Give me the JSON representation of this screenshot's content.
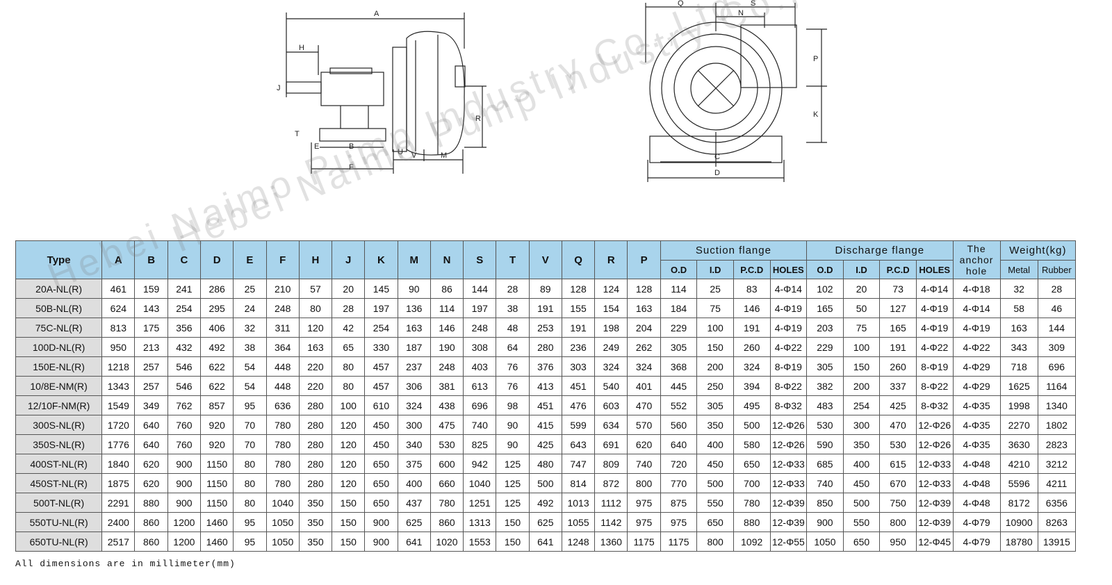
{
  "drawing": {
    "side_labels": [
      "A",
      "H",
      "J",
      "T",
      "E",
      "B",
      "F",
      "U",
      "V",
      "M",
      "R"
    ],
    "front_labels": [
      "Q",
      "S",
      "N",
      "P",
      "K",
      "C",
      "D"
    ]
  },
  "watermark": {
    "text1": "Hebei Naimo Pump Industry Co.,Ltd",
    "text2": "Hebei Naimo Pump Industry Co.,Ltd"
  },
  "table": {
    "type_header": "Type",
    "dim_headers": [
      "A",
      "B",
      "C",
      "D",
      "E",
      "F",
      "H",
      "J",
      "K",
      "M",
      "N",
      "S",
      "T",
      "V",
      "Q",
      "R",
      "P"
    ],
    "suction_header": "Suction flange",
    "discharge_header": "Discharge flange",
    "flange_sub": [
      "O.D",
      "I.D",
      "P.C.D",
      "HOLES"
    ],
    "anchor_header": "The anchor hole",
    "weight_header": "Weight(kg)",
    "weight_sub": [
      "Metal",
      "Rubber"
    ],
    "rows": [
      [
        "20A-NL(R)",
        "461",
        "159",
        "241",
        "286",
        "25",
        "210",
        "57",
        "20",
        "145",
        "90",
        "86",
        "144",
        "28",
        "89",
        "128",
        "124",
        "128",
        "114",
        "25",
        "83",
        "4-Φ14",
        "102",
        "20",
        "73",
        "4-Φ14",
        "4-Φ18",
        "32",
        "28"
      ],
      [
        "50B-NL(R)",
        "624",
        "143",
        "254",
        "295",
        "24",
        "248",
        "80",
        "28",
        "197",
        "136",
        "114",
        "197",
        "38",
        "191",
        "155",
        "154",
        "163",
        "184",
        "75",
        "146",
        "4-Φ19",
        "165",
        "50",
        "127",
        "4-Φ19",
        "4-Φ14",
        "58",
        "46"
      ],
      [
        "75C-NL(R)",
        "813",
        "175",
        "356",
        "406",
        "32",
        "311",
        "120",
        "42",
        "254",
        "163",
        "146",
        "248",
        "48",
        "253",
        "191",
        "198",
        "204",
        "229",
        "100",
        "191",
        "4-Φ19",
        "203",
        "75",
        "165",
        "4-Φ19",
        "4-Φ19",
        "163",
        "144"
      ],
      [
        "100D-NL(R)",
        "950",
        "213",
        "432",
        "492",
        "38",
        "364",
        "163",
        "65",
        "330",
        "187",
        "190",
        "308",
        "64",
        "280",
        "236",
        "249",
        "262",
        "305",
        "150",
        "260",
        "4-Φ22",
        "229",
        "100",
        "191",
        "4-Φ22",
        "4-Φ22",
        "343",
        "309"
      ],
      [
        "150E-NL(R)",
        "1218",
        "257",
        "546",
        "622",
        "54",
        "448",
        "220",
        "80",
        "457",
        "237",
        "248",
        "403",
        "76",
        "376",
        "303",
        "324",
        "324",
        "368",
        "200",
        "324",
        "8-Φ19",
        "305",
        "150",
        "260",
        "8-Φ19",
        "4-Φ29",
        "718",
        "696"
      ],
      [
        "10/8E-NM(R)",
        "1343",
        "257",
        "546",
        "622",
        "54",
        "448",
        "220",
        "80",
        "457",
        "306",
        "381",
        "613",
        "76",
        "413",
        "451",
        "540",
        "401",
        "445",
        "250",
        "394",
        "8-Φ22",
        "382",
        "200",
        "337",
        "8-Φ22",
        "4-Φ29",
        "1625",
        "1164"
      ],
      [
        "12/10F-NM(R)",
        "1549",
        "349",
        "762",
        "857",
        "95",
        "636",
        "280",
        "100",
        "610",
        "324",
        "438",
        "696",
        "98",
        "451",
        "476",
        "603",
        "470",
        "552",
        "305",
        "495",
        "8-Φ32",
        "483",
        "254",
        "425",
        "8-Φ32",
        "4-Φ35",
        "1998",
        "1340"
      ],
      [
        "300S-NL(R)",
        "1720",
        "640",
        "760",
        "920",
        "70",
        "780",
        "280",
        "120",
        "450",
        "300",
        "475",
        "740",
        "90",
        "415",
        "599",
        "634",
        "570",
        "560",
        "350",
        "500",
        "12-Φ26",
        "530",
        "300",
        "470",
        "12-Φ26",
        "4-Φ35",
        "2270",
        "1802"
      ],
      [
        "350S-NL(R)",
        "1776",
        "640",
        "760",
        "920",
        "70",
        "780",
        "280",
        "120",
        "450",
        "340",
        "530",
        "825",
        "90",
        "425",
        "643",
        "691",
        "620",
        "640",
        "400",
        "580",
        "12-Φ26",
        "590",
        "350",
        "530",
        "12-Φ26",
        "4-Φ35",
        "3630",
        "2823"
      ],
      [
        "400ST-NL(R)",
        "1840",
        "620",
        "900",
        "1150",
        "80",
        "780",
        "280",
        "120",
        "650",
        "375",
        "600",
        "942",
        "125",
        "480",
        "747",
        "809",
        "740",
        "720",
        "450",
        "650",
        "12-Φ33",
        "685",
        "400",
        "615",
        "12-Φ33",
        "4-Φ48",
        "4210",
        "3212"
      ],
      [
        "450ST-NL(R)",
        "1875",
        "620",
        "900",
        "1150",
        "80",
        "780",
        "280",
        "120",
        "650",
        "400",
        "660",
        "1040",
        "125",
        "500",
        "814",
        "872",
        "800",
        "770",
        "500",
        "700",
        "12-Φ33",
        "740",
        "450",
        "670",
        "12-Φ33",
        "4-Φ48",
        "5596",
        "4211"
      ],
      [
        "500T-NL(R)",
        "2291",
        "880",
        "900",
        "1150",
        "80",
        "1040",
        "350",
        "150",
        "650",
        "437",
        "780",
        "1251",
        "125",
        "492",
        "1013",
        "1112",
        "975",
        "875",
        "550",
        "780",
        "12-Φ39",
        "850",
        "500",
        "750",
        "12-Φ39",
        "4-Φ48",
        "8172",
        "6356"
      ],
      [
        "550TU-NL(R)",
        "2400",
        "860",
        "1200",
        "1460",
        "95",
        "1050",
        "350",
        "150",
        "900",
        "625",
        "860",
        "1313",
        "150",
        "625",
        "1055",
        "1142",
        "975",
        "975",
        "650",
        "880",
        "12-Φ39",
        "900",
        "550",
        "800",
        "12-Φ39",
        "4-Φ79",
        "10900",
        "8263"
      ],
      [
        "650TU-NL(R)",
        "2517",
        "860",
        "1200",
        "1460",
        "95",
        "1050",
        "350",
        "150",
        "900",
        "641",
        "1020",
        "1553",
        "150",
        "641",
        "1248",
        "1360",
        "1175",
        "1175",
        "800",
        "1092",
        "12-Φ55",
        "1050",
        "650",
        "950",
        "12-Φ45",
        "4-Φ79",
        "18780",
        "13915"
      ]
    ]
  },
  "footnote": "All dimensions are in millimeter(mm)"
}
